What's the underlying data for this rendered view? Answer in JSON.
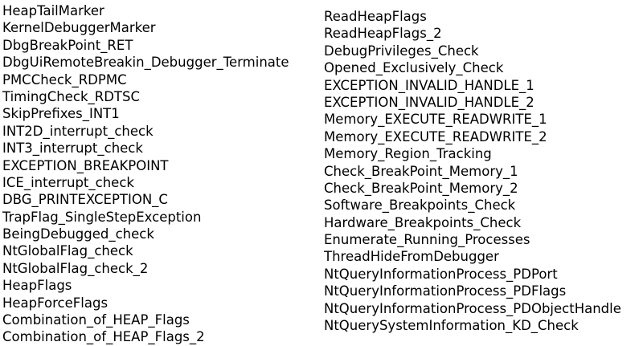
{
  "left_column": [
    "HeapTailMarker",
    "KernelDebuggerMarker",
    "DbgBreakPoint_RET",
    "DbgUiRemoteBreakin_Debugger_Terminate",
    "PMCCheck_RDPMC",
    "TimingCheck_RDTSC",
    "SkipPrefixes_INT1",
    "INT2D_interrupt_check",
    "INT3_interrupt_check",
    "EXCEPTION_BREAKPOINT",
    "ICE_interrupt_check",
    "DBG_PRINTEXCEPTION_C",
    "TrapFlag_SingleStepException",
    "BeingDebugged_check",
    "NtGlobalFlag_check",
    "NtGlobalFlag_check_2",
    "HeapFlags",
    "HeapForceFlags",
    "Combination_of_HEAP_Flags",
    "Combination_of_HEAP_Flags_2"
  ],
  "right_column": [
    "ReadHeapFlags",
    "ReadHeapFlags_2",
    "DebugPrivileges_Check",
    "Opened_Exclusively_Check",
    "EXCEPTION_INVALID_HANDLE_1",
    "EXCEPTION_INVALID_HANDLE_2",
    "Memory_EXECUTE_READWRITE_1",
    "Memory_EXECUTE_READWRITE_2",
    "Memory_Region_Tracking",
    "Check_BreakPoint_Memory_1",
    "Check_BreakPoint_Memory_2",
    "Software_Breakpoints_Check",
    "Hardware_Breakpoints_Check",
    "Enumerate_Running_Processes",
    "ThreadHideFromDebugger",
    "NtQueryInformationProcess_PDPort",
    "NtQueryInformationProcess_PDFlags",
    "NtQueryInformationProcess_PDObjectHandle",
    "NtQuerySystemInformation_KD_Check"
  ]
}
